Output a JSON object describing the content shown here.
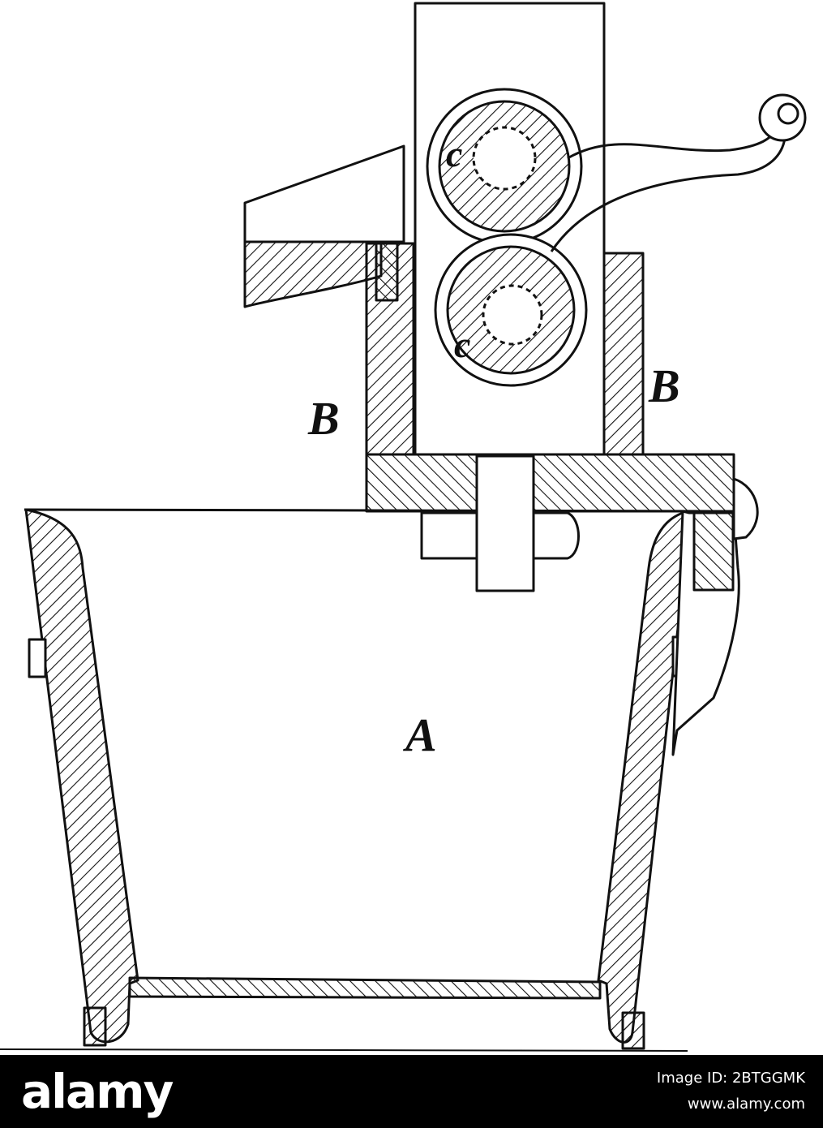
{
  "diagram": {
    "labels": {
      "tub": "A",
      "support_left": "B",
      "support_right": "B",
      "roller_upper": "c",
      "roller_lower": "c"
    }
  },
  "footer": {
    "brand": "alamy",
    "image_id": "Image ID: 2BTGGMK",
    "url": "www.alamy.com"
  }
}
